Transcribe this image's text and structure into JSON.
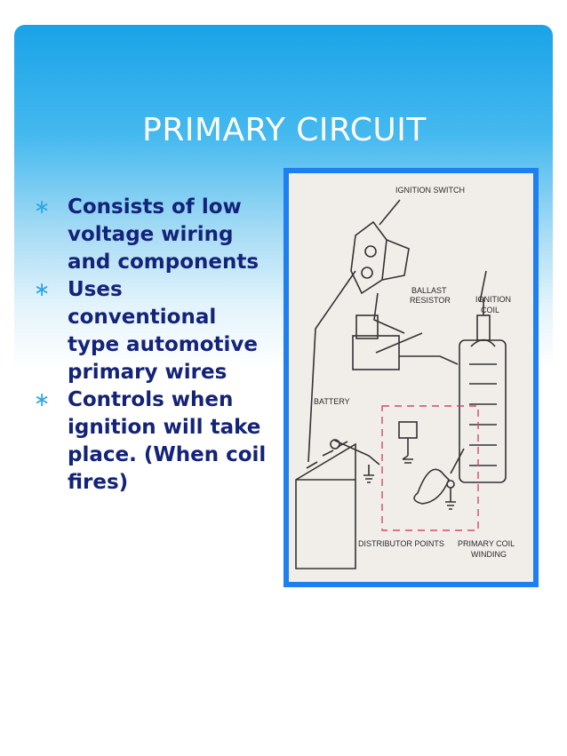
{
  "slide": {
    "title": "PRIMARY CIRCUIT",
    "bullet_marker": "∗",
    "bullets": [
      "Consists of  low voltage wiring and components",
      "Uses conventional type automotive primary wires",
      "Controls when ignition will take place. (When coil fires)"
    ]
  },
  "diagram": {
    "labels": {
      "ignition_switch": "IGNITION SWITCH",
      "ballast_resistor_1": "BALLAST",
      "ballast_resistor_2": "RESISTOR",
      "ignition_coil_1": "IGNITION",
      "ignition_coil_2": "COIL",
      "battery": "BATTERY",
      "distributor_points": "DISTRIBUTOR POINTS",
      "primary_coil_winding_1": "PRIMARY COIL",
      "primary_coil_winding_2": "WINDING"
    }
  },
  "colors": {
    "title_text": "#ffffff",
    "bullet_text": "#14237a",
    "bullet_marker": "#2fa6e4",
    "frame_border": "#1e7ff0",
    "distributor_outline": "#d04a6a"
  }
}
